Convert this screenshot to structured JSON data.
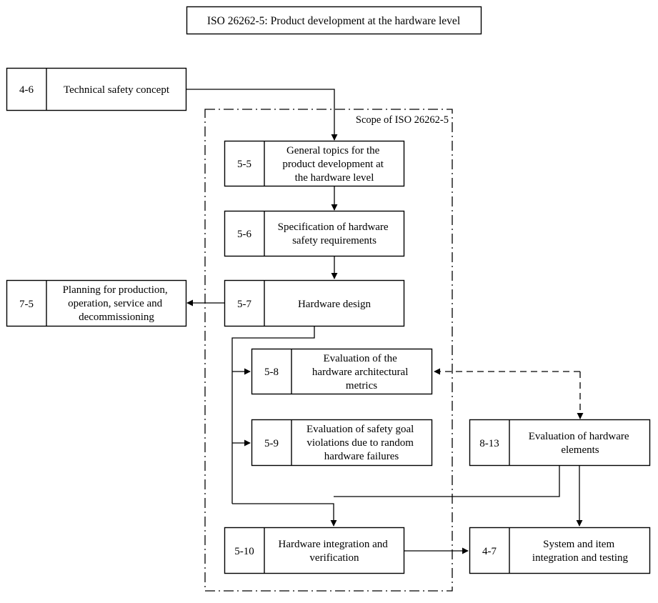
{
  "diagram": {
    "title": "ISO 26262-5: Product development at the hardware level",
    "scope_label": "Scope of ISO 26262-5",
    "colors": {
      "background": "#ffffff",
      "line": "#000000",
      "text": "#000000"
    },
    "boxes": [
      {
        "id": "4-6",
        "clause": "4-6",
        "lines": [
          "Technical safety concept"
        ],
        "in_scope": false
      },
      {
        "id": "5-5",
        "clause": "5-5",
        "lines": [
          "General topics for the",
          "product development at",
          "the hardware level"
        ],
        "in_scope": true
      },
      {
        "id": "5-6",
        "clause": "5-6",
        "lines": [
          "Specification of hardware",
          "safety requirements"
        ],
        "in_scope": true
      },
      {
        "id": "7-5",
        "clause": "7-5",
        "lines": [
          "Planning for production,",
          "operation, service and",
          "decommissioning"
        ],
        "in_scope": false
      },
      {
        "id": "5-7",
        "clause": "5-7",
        "lines": [
          "Hardware design"
        ],
        "in_scope": true
      },
      {
        "id": "5-8",
        "clause": "5-8",
        "lines": [
          "Evaluation of the",
          "hardware architectural",
          "metrics"
        ],
        "in_scope": true
      },
      {
        "id": "5-9",
        "clause": "5-9",
        "lines": [
          "Evaluation of safety goal",
          "violations due to random",
          "hardware failures"
        ],
        "in_scope": true
      },
      {
        "id": "8-13",
        "clause": "8-13",
        "lines": [
          "Evaluation of hardware",
          "elements"
        ],
        "in_scope": false
      },
      {
        "id": "5-10",
        "clause": "5-10",
        "lines": [
          "Hardware integration and",
          "verification"
        ],
        "in_scope": true
      },
      {
        "id": "4-7",
        "clause": "4-7",
        "lines": [
          "System and item",
          "integration and testing"
        ],
        "in_scope": false
      }
    ],
    "connections": [
      {
        "from": "4-6",
        "to": "5-5",
        "style": "solid"
      },
      {
        "from": "5-5",
        "to": "5-6",
        "style": "solid"
      },
      {
        "from": "5-6",
        "to": "5-7",
        "style": "solid"
      },
      {
        "from": "5-7",
        "to": "7-5",
        "style": "solid"
      },
      {
        "from": "5-7",
        "to": "5-8",
        "style": "solid"
      },
      {
        "from": "5-7",
        "to": "5-9",
        "style": "solid"
      },
      {
        "from": "8-13",
        "to": "5-8",
        "style": "dashed"
      },
      {
        "from": "8-13",
        "to": "8-13",
        "style": "dashed"
      },
      {
        "from": "5-7",
        "to": "5-10",
        "style": "solid"
      },
      {
        "from": "8-13",
        "to": "5-10",
        "style": "solid"
      },
      {
        "from": "8-13",
        "to": "4-7",
        "style": "solid"
      },
      {
        "from": "5-10",
        "to": "4-7",
        "style": "solid"
      }
    ]
  }
}
